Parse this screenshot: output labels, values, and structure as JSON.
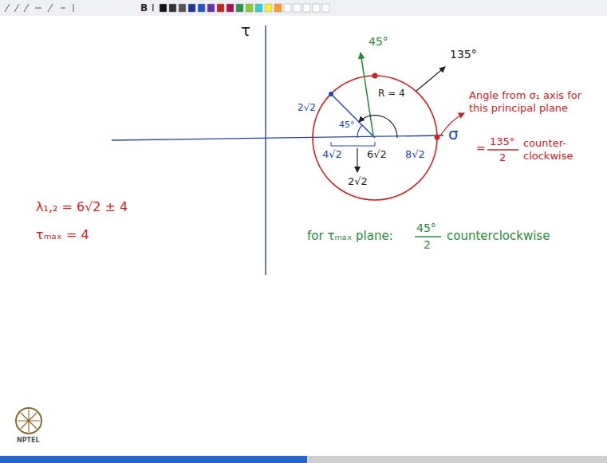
{
  "diagram": {
    "labels": [
      "B",
      "I",
      "τ",
      "45°",
      "135°",
      "R = 4",
      "2√2",
      "45°",
      "4√2",
      "6√2",
      "8√2",
      "σ",
      "Angle from σ₁ axis for this principal plane",
      "=",
      "135°",
      "2",
      "counter-clockwise",
      "2√2",
      "λ₁,₂ = 6√2 ± 4",
      "τₘₐₓ = 4",
      "for τₘₐₓ plane:",
      "45°",
      "2",
      "counterclockwise",
      "NPTEL"
    ]
  }
}
